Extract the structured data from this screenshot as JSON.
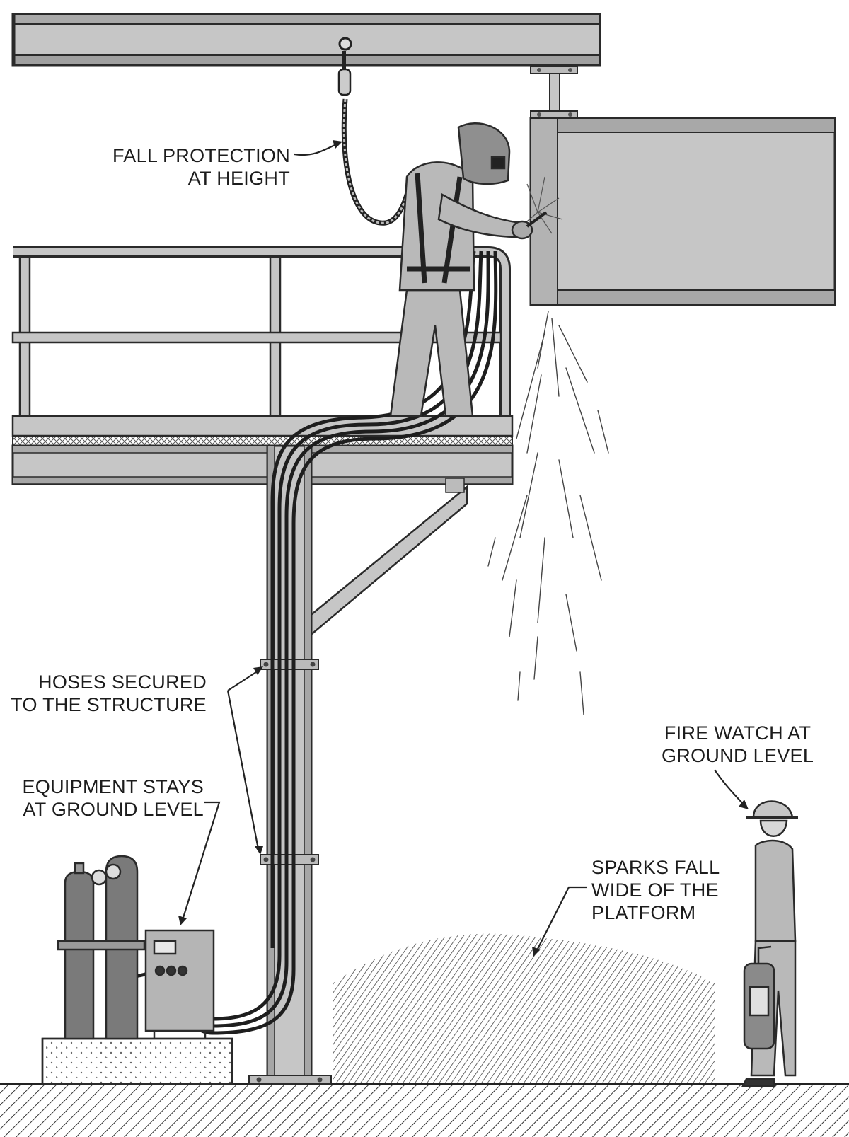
{
  "callouts": {
    "fall_protection": [
      "FALL PROTECTION",
      "AT HEIGHT"
    ],
    "hoses_secured": [
      "HOSES SECURED",
      "TO THE STRUCTURE"
    ],
    "equipment_ground": [
      "EQUIPMENT STAYS",
      "AT GROUND LEVEL"
    ],
    "fire_watch": [
      "FIRE WATCH AT",
      "GROUND LEVEL"
    ],
    "sparks_fall": [
      "SPARKS FALL",
      "WIDE OF THE",
      "PLATFORM"
    ]
  },
  "colors": {
    "steel": "#c6c6c6",
    "steel_dark": "#8e8e8e",
    "outline": "#2a2a2a",
    "hose": "#1e1e1e",
    "cylinder": "#7a7a7a",
    "clothing": "#b9b9b9",
    "background": "#ffffff"
  }
}
